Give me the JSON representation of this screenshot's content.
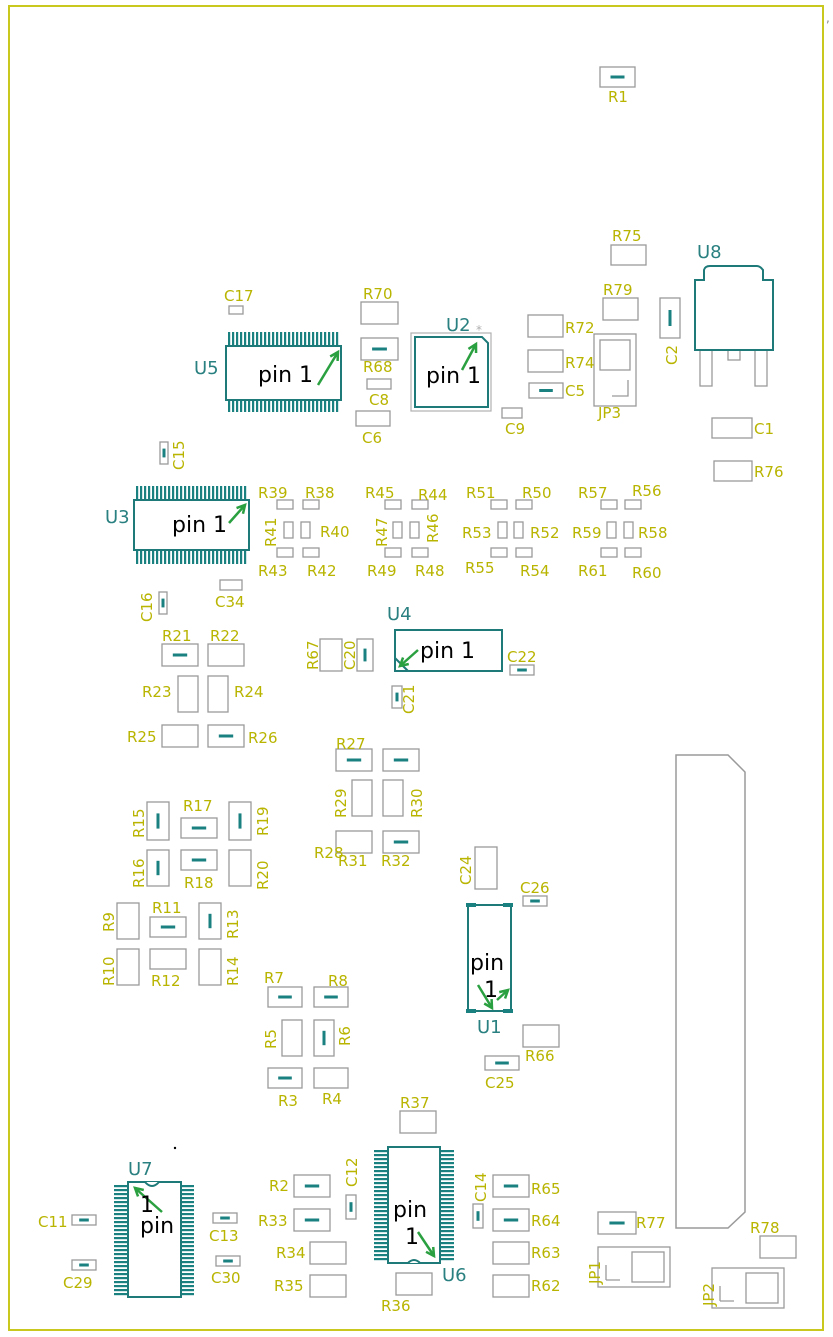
{
  "colors": {
    "board_outline": "#c8c81e",
    "silk_text": "#b8b400",
    "part_body": "#9a9a9a",
    "ic_outline": "#1e7a78",
    "ic_pins": "#1a8080",
    "pad_teal": "#1a8080",
    "pin1_text": "#000000",
    "pin1_arrow": "#2aa040",
    "ref_text_ic": "#2a8080"
  },
  "labels": {
    "r1": "R1",
    "r2": "R2",
    "r3": "R3",
    "r4": "R4",
    "r5": "R5",
    "r6": "R6",
    "r7": "R7",
    "r8": "R8",
    "r9": "R9",
    "r10": "R10",
    "r11": "R11",
    "r12": "R12",
    "r13": "R13",
    "r14": "R14",
    "r15": "R15",
    "r16": "R16",
    "r17": "R17",
    "r18": "R18",
    "r19": "R19",
    "r20": "R20",
    "r21": "R21",
    "r22": "R22",
    "r23": "R23",
    "r24": "R24",
    "r25": "R25",
    "r26": "R26",
    "r27": "R27",
    "r28": "R28",
    "r29": "R29",
    "r30": "R30",
    "r31": "R31",
    "r32": "R32",
    "r33": "R33",
    "r34": "R34",
    "r35": "R35",
    "r36": "R36",
    "r37": "R37",
    "r38": "R38",
    "r39": "R39",
    "r40": "R40",
    "r41": "R41",
    "r42": "R42",
    "r43": "R43",
    "r44": "R44",
    "r45": "R45",
    "r46": "R46",
    "r47": "R47",
    "r48": "R48",
    "r49": "R49",
    "r50": "R50",
    "r51": "R51",
    "r52": "R52",
    "r53": "R53",
    "r54": "R54",
    "r55": "R55",
    "r56": "R56",
    "r57": "R57",
    "r58": "R58",
    "r59": "R59",
    "r60": "R60",
    "r61": "R61",
    "r62": "R62",
    "r63": "R63",
    "r64": "R64",
    "r65": "R65",
    "r66": "R66",
    "r67": "R67",
    "r68": "R68",
    "r70": "R70",
    "r72": "R72",
    "r74": "R74",
    "r75": "R75",
    "r76": "R76",
    "r77": "R77",
    "r78": "R78",
    "r79": "R79",
    "c1": "C1",
    "c2": "C2",
    "c5": "C5",
    "c6": "C6",
    "c8": "C8",
    "c9": "C9",
    "c11": "C11",
    "c12": "C12",
    "c13": "C13",
    "c14": "C14",
    "c15": "C15",
    "c16": "C16",
    "c17": "C17",
    "c20": "C20",
    "c21": "C21",
    "c22": "C22",
    "c24": "C24",
    "c25": "C25",
    "c26": "C26",
    "c29": "C29",
    "c30": "C30",
    "c34": "C34",
    "u1": "U1",
    "u2": "U2",
    "u3": "U3",
    "u4": "U4",
    "u5": "U5",
    "u6": "U6",
    "u7": "U7",
    "u8": "U8",
    "jp1": "JP1",
    "jp2": "JP2",
    "jp3": "JP3",
    "pin1": "pin 1",
    "pin": "pin",
    "one": "1"
  }
}
